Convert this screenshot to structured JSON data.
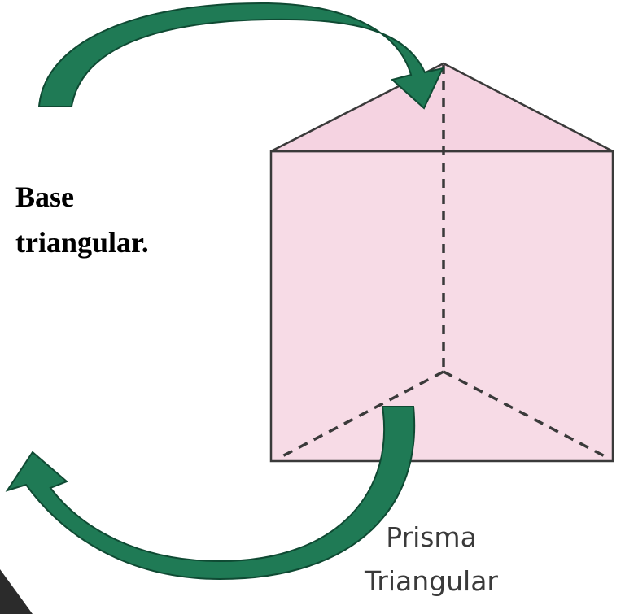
{
  "base_label": {
    "line1": "Base",
    "line2": "triangular."
  },
  "prism_caption": {
    "line1": "Prisma",
    "line2": "Triangular"
  },
  "colors": {
    "prism_fill": "#f7dbe6",
    "prism_edge": "#3a3a3a",
    "arrow_fill": "#1f7a55",
    "arrow_stroke": "#0f4a33",
    "label_text": "#000000",
    "caption_text": "#3a3a3a"
  },
  "icons": {
    "top_arrow": "curved-arrow-right-down-icon",
    "bottom_arrow": "curved-arrow-left-up-icon"
  }
}
